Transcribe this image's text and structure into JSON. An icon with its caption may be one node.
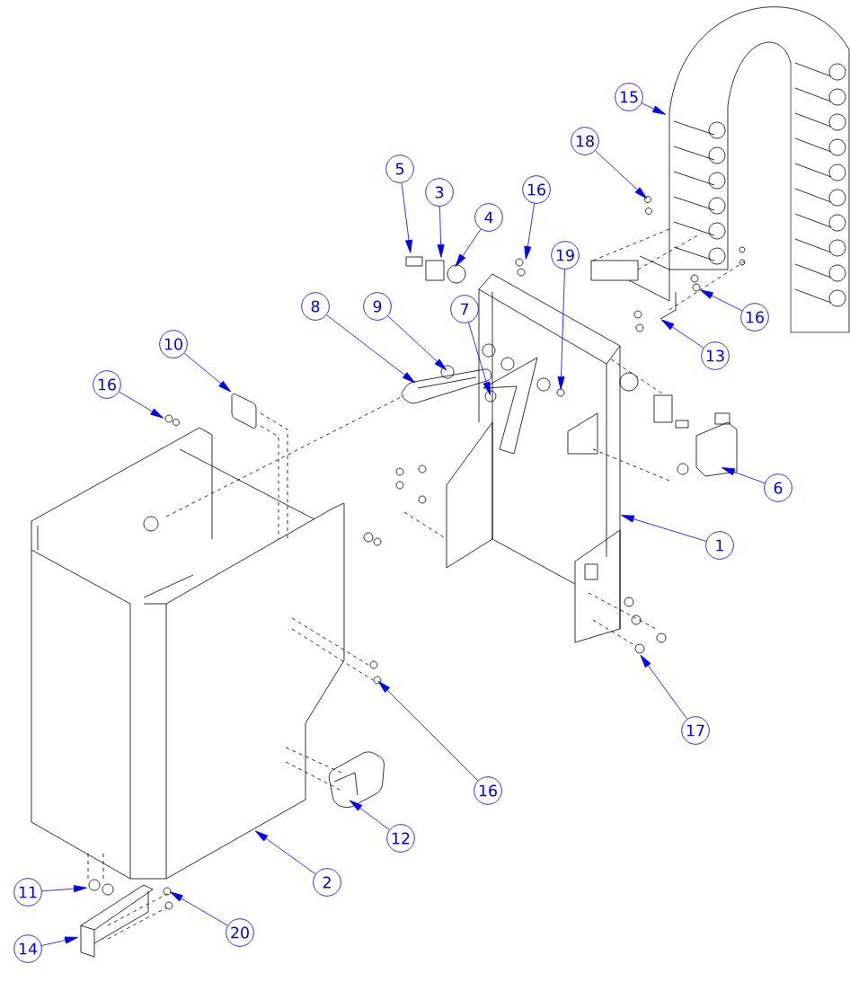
{
  "diagram": {
    "nodes": [
      {
        "text": [
          "15"
        ]
      },
      {
        "text": [
          "18"
        ]
      },
      {
        "text": [
          "5"
        ]
      },
      {
        "text": [
          "3"
        ]
      },
      {
        "text": [
          "4"
        ]
      },
      {
        "text": [
          "16"
        ]
      },
      {
        "text": [
          "19"
        ]
      },
      {
        "text": [
          "16"
        ]
      },
      {
        "text": [
          "13"
        ]
      },
      {
        "text": [
          "8"
        ]
      },
      {
        "text": [
          "9"
        ]
      },
      {
        "text": [
          "7"
        ]
      },
      {
        "text": [
          "10"
        ]
      },
      {
        "text": [
          "16"
        ]
      },
      {
        "text": [
          "6"
        ]
      },
      {
        "text": [
          "1"
        ]
      },
      {
        "text": [
          "17"
        ]
      },
      {
        "text": [
          "16"
        ]
      },
      {
        "text": [
          "12"
        ]
      },
      {
        "text": [
          "2"
        ]
      },
      {
        "text": [
          "11"
        ]
      },
      {
        "text": [
          "20"
        ]
      },
      {
        "text": [
          "14"
        ]
      }
    ],
    "edges": [
      {
        "from": 0,
        "to": null,
        "arrow": "to"
      },
      {
        "from": 1,
        "to": null,
        "arrow": "to"
      },
      {
        "from": 2,
        "to": null,
        "arrow": "to"
      },
      {
        "from": 3,
        "to": null,
        "arrow": "to"
      },
      {
        "from": 4,
        "to": null,
        "arrow": "to"
      },
      {
        "from": 5,
        "to": null,
        "arrow": "to"
      },
      {
        "from": 6,
        "to": null,
        "arrow": "to"
      },
      {
        "from": 7,
        "to": null,
        "arrow": "to"
      },
      {
        "from": 8,
        "to": null,
        "arrow": "to"
      },
      {
        "from": 9,
        "to": null,
        "arrow": "to"
      },
      {
        "from": 10,
        "to": null,
        "arrow": "to"
      },
      {
        "from": 11,
        "to": null,
        "arrow": "to"
      },
      {
        "from": 12,
        "to": null,
        "arrow": "to"
      },
      {
        "from": 13,
        "to": null,
        "arrow": "to"
      },
      {
        "from": 14,
        "to": null,
        "arrow": "to"
      },
      {
        "from": 15,
        "to": null,
        "arrow": "to"
      },
      {
        "from": 16,
        "to": null,
        "arrow": "to"
      },
      {
        "from": 17,
        "to": null,
        "arrow": "to"
      },
      {
        "from": 18,
        "to": null,
        "arrow": "to"
      },
      {
        "from": 19,
        "to": null,
        "arrow": "to"
      },
      {
        "from": 20,
        "to": null,
        "arrow": "to"
      },
      {
        "from": 21,
        "to": null,
        "arrow": "to"
      },
      {
        "from": 22,
        "to": null,
        "arrow": "to"
      }
    ]
  }
}
